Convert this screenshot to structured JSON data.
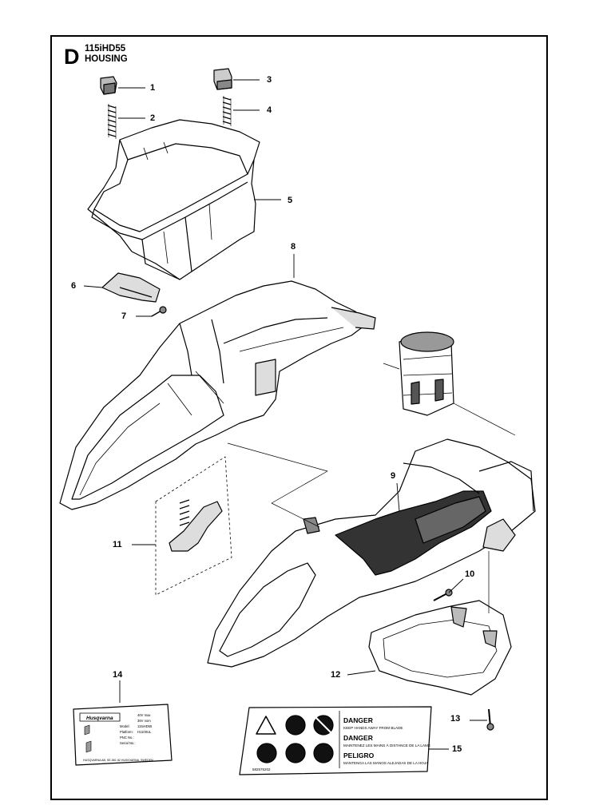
{
  "header": {
    "section": "D",
    "model": "115iHD55",
    "title": "HOUSING"
  },
  "callouts": [
    "1",
    "2",
    "3",
    "4",
    "5",
    "6",
    "7",
    "8",
    "9",
    "10",
    "11",
    "12",
    "13",
    "14",
    "15"
  ],
  "label14": {
    "brand": "Husqvarna",
    "specs": [
      {
        "k": "",
        "v": "40V max"
      },
      {
        "k": "",
        "v": "36V nom"
      },
      {
        "k": "Model:",
        "v": "115iHD55"
      },
      {
        "k": "Platform:",
        "v": "H1100UL"
      },
      {
        "k": "PNC No.:",
        "v": ""
      },
      {
        "k": "Serial No.:",
        "v": ""
      }
    ],
    "footer": "HUSQVARNA AB, SE-561 82 HUSKVARNA, SWEDEN"
  },
  "label15": {
    "warnings": [
      {
        "title": "DANGER",
        "text": "KEEP HANDS AWAY FROM BLADE"
      },
      {
        "title": "DANGER",
        "text": "MAINTENEZ LES MAINS À DISTANCE DE LA LAME"
      },
      {
        "title": "PELIGRO",
        "text": "MANTENGA LAS MANOS ALEJADAS DE LA HOJA"
      }
    ],
    "part_no": "582575202"
  },
  "colors": {
    "line": "#000000",
    "fill": "#ffffff",
    "shade": "#cfcfcf",
    "dark": "#444444"
  }
}
